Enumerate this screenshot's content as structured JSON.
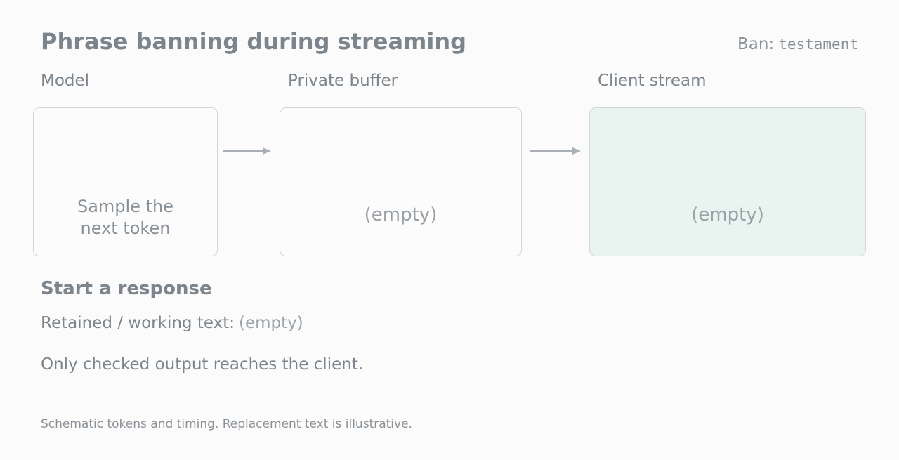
{
  "header": {
    "title": "Phrase banning during streaming",
    "ban_label": "Ban:",
    "ban_term": "testament"
  },
  "columns": {
    "model": {
      "label": "Model",
      "line1": "Sample the",
      "line2": "next token"
    },
    "buffer": {
      "label": "Private buffer",
      "content": "(empty)"
    },
    "client": {
      "label": "Client stream",
      "content": "(empty)"
    }
  },
  "status": {
    "section_title": "Start a response",
    "retained_label": "Retained / working text:",
    "retained_value": "(empty)",
    "note": "Only checked output reaches the client."
  },
  "footer": {
    "text": "Schematic tokens and timing. Replacement text is illustrative."
  },
  "colors": {
    "client_fill": "#e9f3ef",
    "border": "#d3d6d8",
    "arrow": "#a9afb4"
  }
}
